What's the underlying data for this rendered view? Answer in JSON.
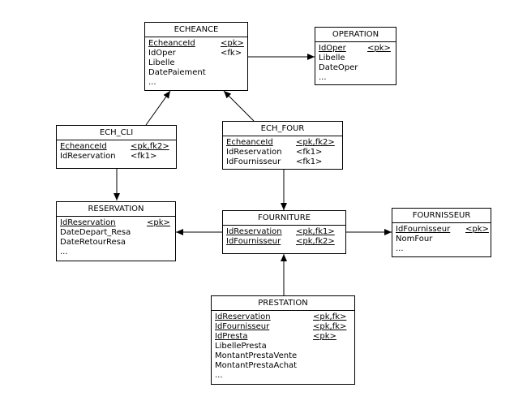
{
  "entities": {
    "echeance": {
      "title": "ECHEANCE",
      "rows": [
        {
          "name": "EcheanceId",
          "tag": "<pk>",
          "key": true
        },
        {
          "name": "IdOper",
          "tag": "<fk>",
          "key": false
        },
        {
          "name": "Libelle",
          "tag": "",
          "key": false
        },
        {
          "name": "DatePaiement",
          "tag": "",
          "key": false
        },
        {
          "name": "...",
          "tag": "",
          "key": false
        }
      ]
    },
    "operation": {
      "title": "OPERATION",
      "rows": [
        {
          "name": "IdOper",
          "tag": "<pk>",
          "key": true
        },
        {
          "name": "Libelle",
          "tag": "",
          "key": false
        },
        {
          "name": "DateOper",
          "tag": "",
          "key": false
        },
        {
          "name": "...",
          "tag": "",
          "key": false
        }
      ]
    },
    "ech_cli": {
      "title": "ECH_CLI",
      "rows": [
        {
          "name": "EcheanceId",
          "tag": "<pk,fk2>",
          "key": true
        },
        {
          "name": "IdReservation",
          "tag": "<fk1>",
          "key": false
        }
      ]
    },
    "ech_four": {
      "title": "ECH_FOUR",
      "rows": [
        {
          "name": "EcheanceId",
          "tag": "<pk,fk2>",
          "key": true
        },
        {
          "name": "IdReservation",
          "tag": "<fk1>",
          "key": false
        },
        {
          "name": "IdFournisseur",
          "tag": "<fk1>",
          "key": false
        }
      ]
    },
    "reservation": {
      "title": "RESERVATION",
      "rows": [
        {
          "name": "IdReservation",
          "tag": "<pk>",
          "key": true
        },
        {
          "name": "DateDepart_Resa",
          "tag": "",
          "key": false
        },
        {
          "name": "DateRetourResa",
          "tag": "",
          "key": false
        },
        {
          "name": "...",
          "tag": "",
          "key": false
        }
      ]
    },
    "fourniture": {
      "title": "FOURNITURE",
      "rows": [
        {
          "name": "IdReservation",
          "tag": "<pk,fk1>",
          "key": true
        },
        {
          "name": "IdFournisseur",
          "tag": "<pk,fk2>",
          "key": true
        }
      ]
    },
    "fournisseur": {
      "title": "FOURNISSEUR",
      "rows": [
        {
          "name": "IdFournisseur",
          "tag": "<pk>",
          "key": true
        },
        {
          "name": "NomFour",
          "tag": "",
          "key": false
        },
        {
          "name": "...",
          "tag": "",
          "key": false
        }
      ]
    },
    "prestation": {
      "title": "PRESTATION",
      "rows": [
        {
          "name": "IdReservation",
          "tag": "<pk,fk>",
          "key": true
        },
        {
          "name": "IdFournisseur",
          "tag": "<pk,fk>",
          "key": true
        },
        {
          "name": "IdPresta",
          "tag": "<pk>",
          "key": true
        },
        {
          "name": "LibellePresta",
          "tag": "",
          "key": false
        },
        {
          "name": "MontantPrestaVente",
          "tag": "",
          "key": false
        },
        {
          "name": "MontantPrestaAchat",
          "tag": "",
          "key": false
        },
        {
          "name": "...",
          "tag": "",
          "key": false
        }
      ]
    }
  },
  "relationships": [
    {
      "from": "echeance",
      "to": "operation"
    },
    {
      "from": "ech_cli",
      "to": "echeance"
    },
    {
      "from": "ech_four",
      "to": "echeance"
    },
    {
      "from": "ech_cli",
      "to": "reservation"
    },
    {
      "from": "ech_four",
      "to": "fourniture"
    },
    {
      "from": "fourniture",
      "to": "reservation"
    },
    {
      "from": "fourniture",
      "to": "fournisseur"
    },
    {
      "from": "prestation",
      "to": "fourniture"
    }
  ],
  "colors": {
    "line": "#000000",
    "background": "#ffffff"
  }
}
